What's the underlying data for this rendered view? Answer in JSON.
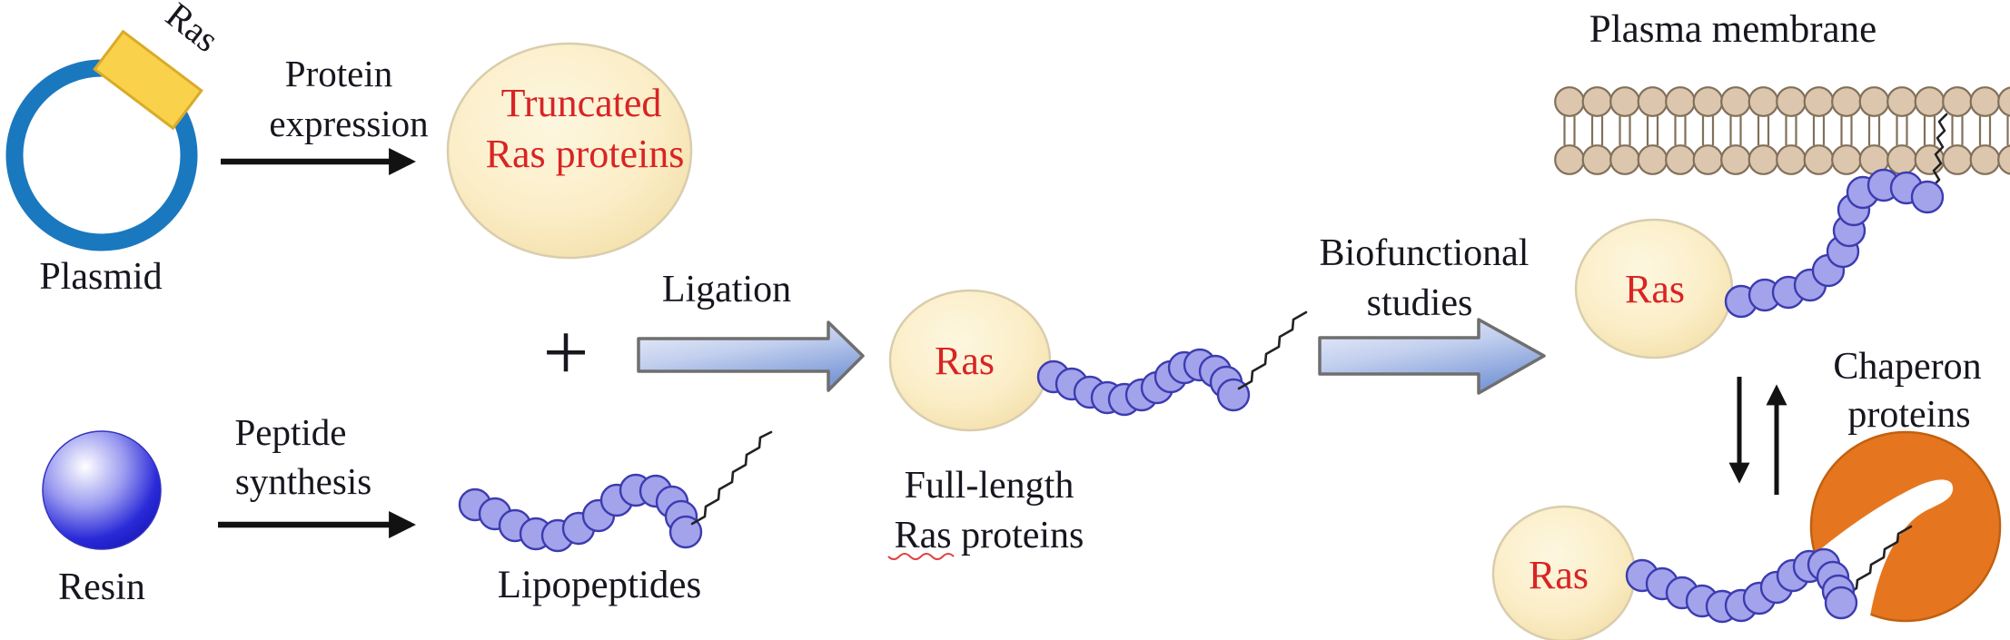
{
  "diagram": {
    "plasmid": {
      "gene_label": "Ras",
      "label": "Plasmid"
    },
    "protein_expression": {
      "line1": "Protein",
      "line2": "expression"
    },
    "truncated_ras": {
      "line1": "Truncated",
      "line2": "Ras proteins"
    },
    "resin": {
      "label": "Resin"
    },
    "peptide_synthesis": {
      "line1": "Peptide",
      "line2": "synthesis"
    },
    "lipopeptides": {
      "label": "Lipopeptides"
    },
    "plus_sign": "+",
    "ligation": {
      "label": "Ligation"
    },
    "full_length_ras": {
      "ras_label": "Ras",
      "caption_line1": "Full-length",
      "caption_line2": "Ras proteins"
    },
    "biofunctional": {
      "line1": "Biofunctional",
      "line2": "studies"
    },
    "plasma_membrane": {
      "label": "Plasma membrane"
    },
    "membrane_bound_ras": {
      "ras_label": "Ras"
    },
    "chaperon": {
      "line1": "Chaperon",
      "line2": "proteins"
    },
    "chaperon_bound_ras": {
      "ras_label": "Ras"
    }
  },
  "colors": {
    "text": "#16161f",
    "ras_red": "#d92424",
    "plasmid_blue": "#1a78bf",
    "gene_yellow": "#f9d14b",
    "gene_border": "#d9ab28",
    "protein_cream": "#fbeec8",
    "resin_blue": "#2323d6",
    "peptide_purple": "#a3a3ec",
    "peptide_border": "#3c3cb0",
    "block_arrow_blue": "#7d9bd8",
    "block_arrow_light": "#eef1fa",
    "block_arrow_border": "#6f6f6f",
    "membrane_tan": "#dcc7ae",
    "membrane_border": "#82705a",
    "chaperon_orange": "#e5761f",
    "chaperon_border": "#c2600e",
    "arrow_black": "#121212"
  }
}
